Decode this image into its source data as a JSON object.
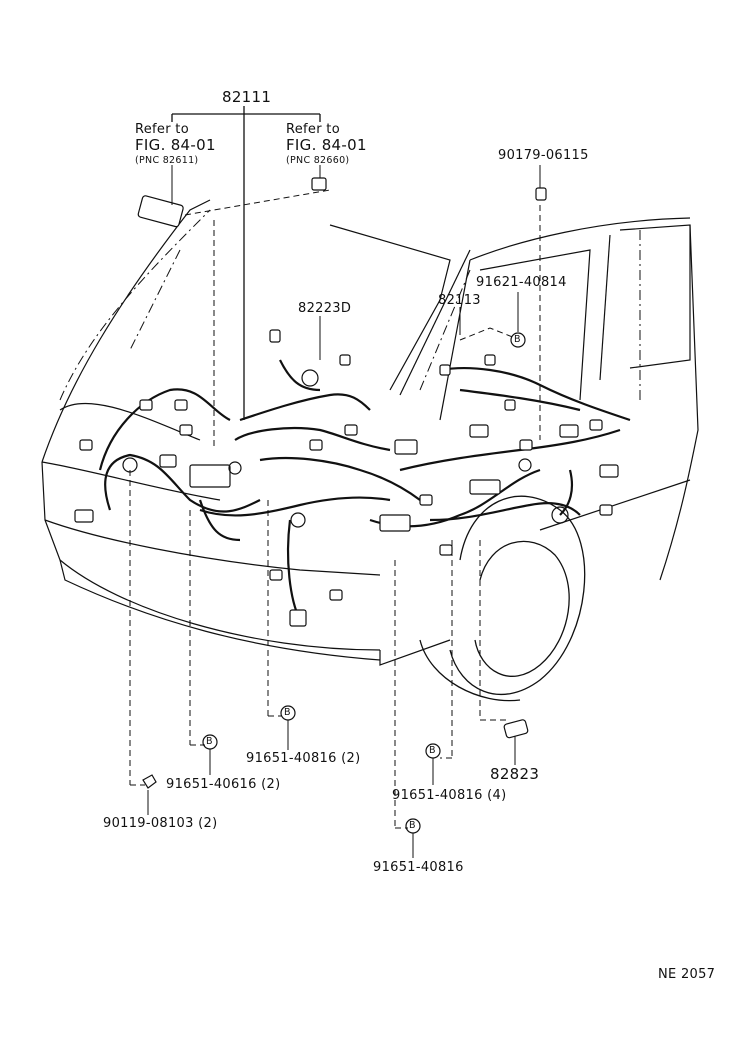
{
  "callouts": {
    "top_assembly": "82111",
    "ref_left_line1": "Refer to",
    "ref_left_line2": "FIG. 84-01",
    "ref_left_pnc": "(PNC 82611)",
    "ref_right_line1": "Refer to",
    "ref_right_line2": "FIG. 84-01",
    "ref_right_pnc": "(PNC 82660)",
    "clip_top_right": "90179-06115",
    "engine_wire": "82223D",
    "wire_82113": "82113",
    "bolt_91621": "91621-40814",
    "bolt_91651_a": "91651-40816 (2)",
    "bolt_91651_b": "91651-40616 (2)",
    "bolt_91651_c": "91651-40816 (4)",
    "bolt_91651_d": "91651-40816",
    "sensor_82823": "82823",
    "clip_90119": "90119-08103 (2)",
    "figure_code": "NE  2057",
    "bolt_marker": "B"
  }
}
